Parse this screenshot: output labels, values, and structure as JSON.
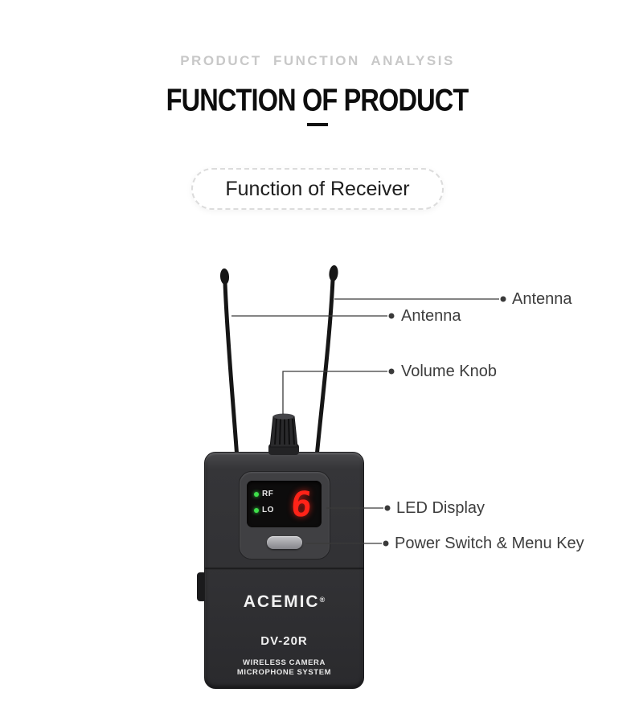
{
  "header": {
    "eyebrow": "PRODUCT FUNCTION ANALYSIS",
    "title": "FUNCTION OF PRODUCT"
  },
  "section": {
    "badge": "Function of Receiver"
  },
  "callouts": {
    "antenna_right": {
      "label": "Antenna"
    },
    "antenna_left": {
      "label": "Antenna"
    },
    "volume_knob": {
      "label": "Volume Knob"
    },
    "led_display": {
      "label": "LED Display"
    },
    "power_switch": {
      "label": "Power Switch & Menu Key"
    }
  },
  "device": {
    "brand": "ACEMIC",
    "reg_mark": "®",
    "model": "DV-20R",
    "tagline_line1": "WIRELESS CAMERA",
    "tagline_line2": "MICROPHONE SYSTEM",
    "display": {
      "rf_label": "RF",
      "lo_label": "LO",
      "channel_digit": "6"
    }
  },
  "colors": {
    "digit_red": "#ff2318",
    "led_green": "#3ee04a",
    "device_body": "#313134",
    "callout_text": "#3d3d3d",
    "eyebrow_gray": "#c8c8c8",
    "badge_border": "#dcdcdc"
  }
}
